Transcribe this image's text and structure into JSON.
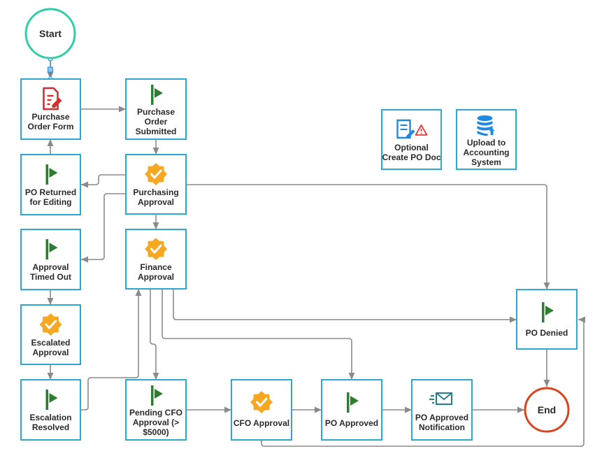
{
  "start": {
    "label": "Start"
  },
  "end": {
    "label": "End"
  },
  "nodes": {
    "purchase_order_form": {
      "lines": [
        "Purchase",
        "Order Form"
      ],
      "icon": "form-icon"
    },
    "purchase_order_submitted": {
      "lines": [
        "Purchase",
        "Order",
        "Submitted"
      ],
      "icon": "flag-icon"
    },
    "po_returned": {
      "lines": [
        "PO Returned",
        "for Editing"
      ],
      "icon": "flag-icon"
    },
    "purchasing_approval": {
      "lines": [
        "Purchasing",
        "Approval"
      ],
      "icon": "approval-badge-icon"
    },
    "approval_timed_out": {
      "lines": [
        "Approval",
        "Timed Out"
      ],
      "icon": "flag-icon"
    },
    "finance_approval": {
      "lines": [
        "Finance",
        "Approval"
      ],
      "icon": "approval-badge-icon"
    },
    "escalated_approval": {
      "lines": [
        "Escalated",
        "Approval"
      ],
      "icon": "approval-badge-icon"
    },
    "escalation_resolved": {
      "lines": [
        "Escalation",
        "Resolved"
      ],
      "icon": "flag-icon"
    },
    "pending_cfo_approval": {
      "lines": [
        "Pending CFO",
        "Approval (>",
        "$5000)"
      ],
      "icon": "flag-icon"
    },
    "cfo_approval": {
      "lines": [
        "CFO Approval"
      ],
      "icon": "approval-badge-icon"
    },
    "po_approved": {
      "lines": [
        "PO Approved"
      ],
      "icon": "flag-icon"
    },
    "po_approved_notification": {
      "lines": [
        "PO Approved",
        "Notification"
      ],
      "icon": "mail-icon"
    },
    "po_denied": {
      "lines": [
        "PO Denied"
      ],
      "icon": "flag-icon"
    },
    "optional_create_po_doc": {
      "lines": [
        "Optional",
        "Create PO Doc"
      ],
      "icon": "document-warning-icon"
    },
    "upload_to_accounting": {
      "lines": [
        "Upload to",
        "Accounting",
        "System"
      ],
      "icon": "database-upload-icon"
    }
  },
  "colors": {
    "box_border": "#2ba9d1",
    "start_border": "#2ecfa5",
    "end_border": "#d9431e",
    "flag": "#2e7d32",
    "badge": "#f7a823",
    "connector": "#8a8a8a"
  }
}
